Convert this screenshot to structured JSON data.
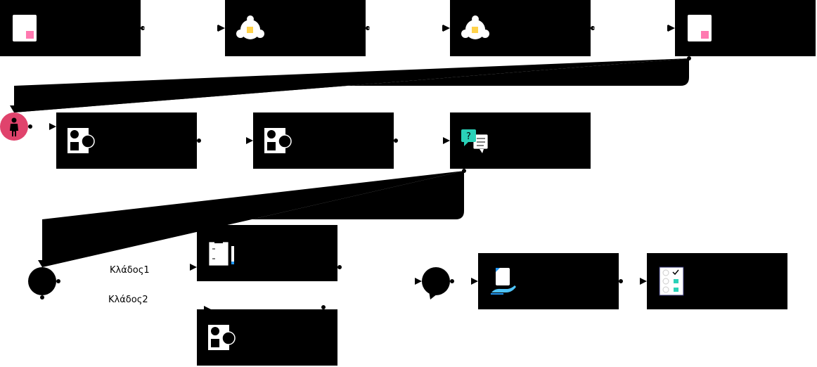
{
  "colors": {
    "node_fill": "#000000",
    "start_fill": "#e0436c",
    "accent_pink": "#ff79b0",
    "accent_yellow": "#ffd24a",
    "accent_teal": "#2ad1b8",
    "accent_blue": "#2196f3"
  },
  "start": {
    "icon": "person-icon"
  },
  "nodes": [
    {
      "id": "n1",
      "icon": "document-icon"
    },
    {
      "id": "n2",
      "icon": "cloud-icon"
    },
    {
      "id": "n3",
      "icon": "cloud-icon"
    },
    {
      "id": "n4",
      "icon": "document-icon"
    },
    {
      "id": "n5",
      "icon": "shapes-icon"
    },
    {
      "id": "n6",
      "icon": "shapes-icon"
    },
    {
      "id": "n7",
      "icon": "question-chat-icon"
    },
    {
      "id": "n8",
      "icon": "clipboard-icon"
    },
    {
      "id": "n9",
      "icon": "shapes-icon"
    },
    {
      "id": "n10",
      "icon": "hand-document-icon"
    },
    {
      "id": "n11",
      "icon": "checklist-icon"
    }
  ],
  "branches": {
    "branch1_label": "Κλάδος1",
    "branch2_label": "Κλάδος2"
  }
}
